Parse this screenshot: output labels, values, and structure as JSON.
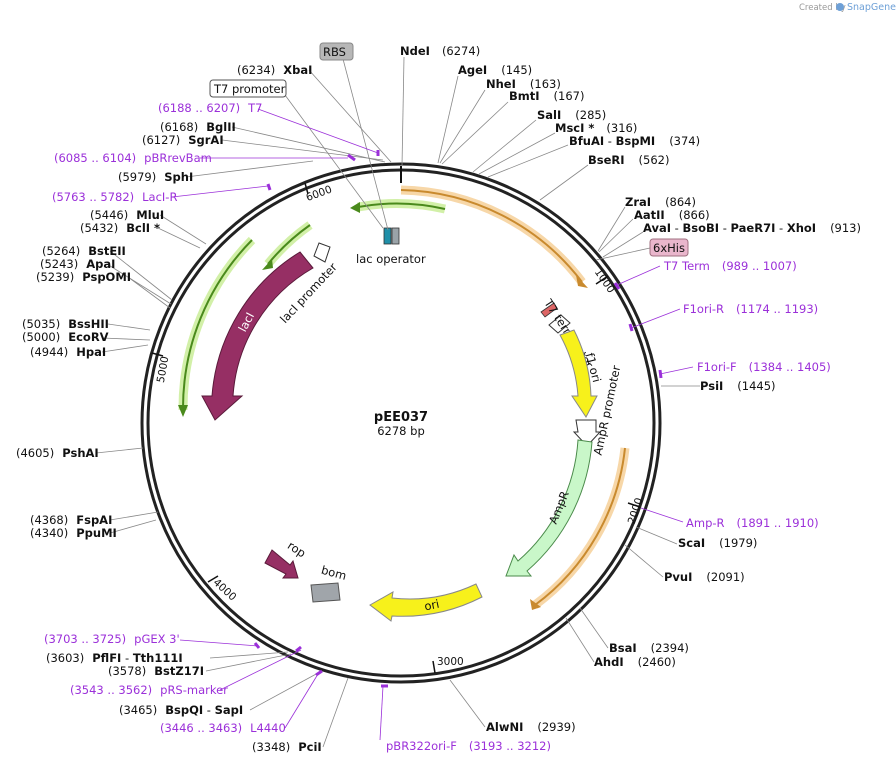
{
  "credit": {
    "prefix": "Created by",
    "brand": "SnapGene"
  },
  "plasmid": {
    "name": "pEE037",
    "size_label": "6278 bp"
  },
  "features": [
    {
      "name": "lac operator"
    },
    {
      "name": "lacI promoter"
    },
    {
      "name": "lacI"
    },
    {
      "name": "T7 terminator"
    },
    {
      "name": "f1 ori"
    },
    {
      "name": "AmpR promoter"
    },
    {
      "name": "AmpR"
    },
    {
      "name": "ori"
    },
    {
      "name": "rop"
    },
    {
      "name": "bom"
    },
    {
      "name": "RBS"
    },
    {
      "name": "T7 promoter"
    },
    {
      "name": "6xHis"
    }
  ],
  "enzymes": [
    {
      "name": "NdeI",
      "pos": "(6274)"
    },
    {
      "name": "AgeI",
      "pos": "(145)"
    },
    {
      "name": "NheI",
      "pos": "(163)"
    },
    {
      "name": "BmtI",
      "pos": "(167)"
    },
    {
      "name": "SalI",
      "pos": "(285)"
    },
    {
      "name": "MscI *",
      "pos": "(316)"
    },
    {
      "name": "BfuAI",
      "sep": " - ",
      "name2": "BspMI",
      "pos": "(374)"
    },
    {
      "name": "BseRI",
      "pos": "(562)"
    },
    {
      "name": "ZraI",
      "pos": "(864)"
    },
    {
      "name": "AatII",
      "pos": "(866)"
    },
    {
      "name": "AvaI",
      "sep": " - ",
      "name2": "BsoBI",
      "sep2": " - ",
      "name3": "PaeR7I",
      "sep3": " - ",
      "name4": "XhoI",
      "pos": "(913)"
    },
    {
      "name": "PsiI",
      "pos": "(1445)"
    },
    {
      "name": "ScaI",
      "pos": "(1979)"
    },
    {
      "name": "PvuI",
      "pos": "(2091)"
    },
    {
      "name": "BsaI",
      "pos": "(2394)"
    },
    {
      "name": "AhdI",
      "pos": "(2460)"
    },
    {
      "name": "AlwNI",
      "pos": "(2939)"
    },
    {
      "name": "PciI",
      "pos": "(3348)"
    },
    {
      "name": "BspQI",
      "sep": " - ",
      "name2": "SapI",
      "pos": "(3465)"
    },
    {
      "name": "BstZ17I",
      "pos": "(3578)"
    },
    {
      "name": "PflFI",
      "sep": " - ",
      "name2": "Tth111I",
      "pos": "(3603)"
    },
    {
      "name": "PpuMI",
      "pos": "(4340)"
    },
    {
      "name": "FspAI",
      "pos": "(4368)"
    },
    {
      "name": "PshAI",
      "pos": "(4605)"
    },
    {
      "name": "HpaI",
      "pos": "(4944)"
    },
    {
      "name": "EcoRV",
      "pos": "(5000)"
    },
    {
      "name": "BssHII",
      "pos": "(5035)"
    },
    {
      "name": "PspOMI",
      "pos": "(5239)"
    },
    {
      "name": "ApaI",
      "pos": "(5243)"
    },
    {
      "name": "BstEII",
      "pos": "(5264)"
    },
    {
      "name": "BclI *",
      "pos": "(5432)"
    },
    {
      "name": "MluI",
      "pos": "(5446)"
    },
    {
      "name": "SphI",
      "pos": "(5979)"
    },
    {
      "name": "SgrAI",
      "pos": "(6127)"
    },
    {
      "name": "BglII",
      "pos": "(6168)"
    },
    {
      "name": "XbaI",
      "pos": "(6234)"
    }
  ],
  "primers": [
    {
      "range": "(6188 .. 6207)",
      "name": "T7"
    },
    {
      "range": "(6085 .. 6104)",
      "name": "pBRrevBam"
    },
    {
      "range": "(5763 .. 5782)",
      "name": "LacI-R"
    },
    {
      "name": "T7 Term",
      "range": "(989 .. 1007)"
    },
    {
      "name": "F1ori-R",
      "range": "(1174 .. 1193)"
    },
    {
      "name": "F1ori-F",
      "range": "(1384 .. 1405)"
    },
    {
      "name": "Amp-R",
      "range": "(1891 .. 1910)"
    },
    {
      "name": "pBR322ori-F",
      "range": "(3193 .. 3212)"
    },
    {
      "range": "(3446 .. 3463)",
      "name": "L4440"
    },
    {
      "range": "(3543 .. 3562)",
      "name": "pRS-marker"
    },
    {
      "range": "(3703 .. 3725)",
      "name": "pGEX 3'"
    }
  ],
  "ticks": [
    "1000",
    "2000",
    "3000",
    "4000",
    "5000",
    "6000"
  ]
}
